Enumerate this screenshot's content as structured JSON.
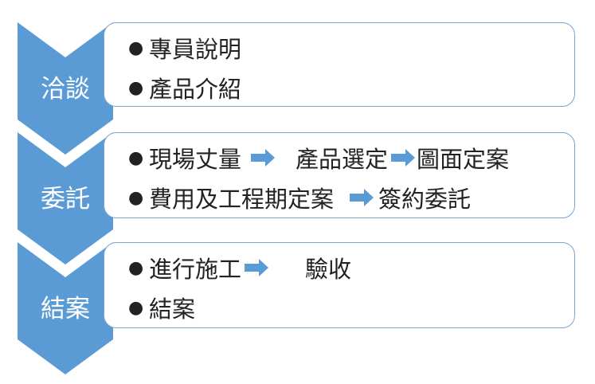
{
  "accent_color": "#5b9bd5",
  "border_color": "#7aa3d0",
  "stages": [
    {
      "label": "洽談",
      "items": [
        {
          "parts": [
            "專員說明"
          ]
        },
        {
          "parts": [
            "產品介紹"
          ]
        }
      ]
    },
    {
      "label": "委託",
      "items": [
        {
          "parts": [
            "現場丈量",
            "產品選定",
            "圖面定案"
          ]
        },
        {
          "parts": [
            "費用及工程期定案",
            "簽約委託"
          ]
        }
      ]
    },
    {
      "label": "結案",
      "items": [
        {
          "parts": [
            "進行施工",
            "驗收"
          ]
        },
        {
          "parts": [
            "結案"
          ]
        }
      ]
    }
  ]
}
